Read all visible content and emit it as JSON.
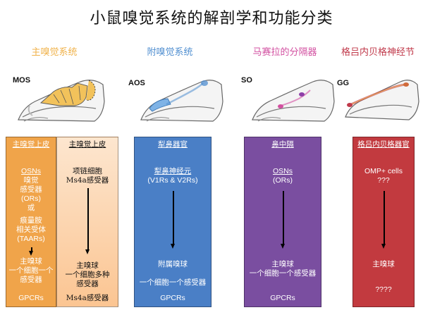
{
  "title": "小鼠嗅觉系统的解剖学和功能分类",
  "systems": [
    {
      "label": "主嗅觉系统",
      "tag": "MOS",
      "color": "#f0b24a"
    },
    {
      "label": "附嗅觉系统",
      "tag": "AOS",
      "color": "#4f8ed0"
    },
    {
      "label": "马赛拉的分隔器",
      "tag": "SO",
      "color": "#d24fa0"
    },
    {
      "label": "格吕内贝格神经节",
      "tag": "GG",
      "color": "#c0394a"
    }
  ],
  "panels": {
    "mos_epi": {
      "header": "主嗅觉上皮",
      "osn": "OSNs",
      "receptor_l1": "嗅觉",
      "receptor_l2": "感受器",
      "receptor_l3": "(ORs)",
      "or_word": "或",
      "taar_l1": "痕量胺",
      "taar_l2": "相关受体",
      "taar_l3": "(TAARs)",
      "bulb": "主嗅球",
      "rule_l1": "一个细胞一个",
      "rule_l2": "感受器",
      "gpcr": "GPCRs"
    },
    "mos_ms4a": {
      "header": "主嗅觉上皮",
      "cell": "项链细胞",
      "receptor": "Ms4a感受器",
      "bulb": "主嗅球",
      "rule_l1": "一个细胞多种",
      "rule_l2": "感受器",
      "bottom": "Ms4a感受器"
    },
    "aos": {
      "header": "犁鼻器官",
      "neuron": "犁鼻神经元",
      "receptor": "(V1Rs & V2Rs)",
      "bulb": "附属嗅球",
      "rule": "一个细胞一个感受器",
      "gpcr": "GPCRs"
    },
    "so": {
      "header": "鼻中隔",
      "osn": "OSNs",
      "receptor": "(ORs)",
      "bulb": "主嗅球",
      "rule": "一个细胞一个感受器",
      "gpcr": "GPCRs"
    },
    "gg": {
      "header": "格吕内贝格器官",
      "cells": "OMP+ cells",
      "unknown": "???",
      "bulb": "主嗅球",
      "unknown2": "????"
    }
  }
}
